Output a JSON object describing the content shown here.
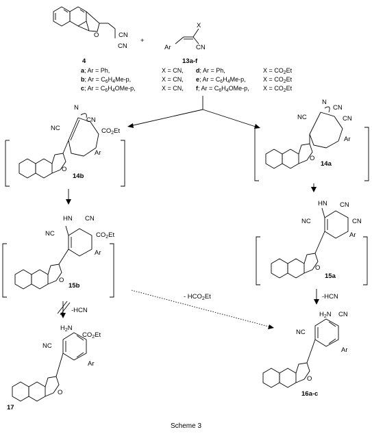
{
  "caption": "Scheme 3",
  "compounds": {
    "c4": "4",
    "c13": "13a-f",
    "c14b": "14b",
    "c14a": "14a",
    "c15b": "15b",
    "c15a": "15a",
    "c16": "16a-c",
    "c17": "17"
  },
  "reagent_plus": "+",
  "substituents": [
    {
      "lab": "a",
      "ar": "Ar = Ph,",
      "x": "X = CN,"
    },
    {
      "lab": "b",
      "ar": "Ar = C6H4Me-p,",
      "x": "X = CN,"
    },
    {
      "lab": "c",
      "ar": "Ar = C6H4OMe-p,",
      "x": "X = CN,"
    },
    {
      "lab": "d",
      "ar": "Ar = Ph,",
      "x": "X = CO2Et"
    },
    {
      "lab": "e",
      "ar": "Ar = C6H4Me-p,",
      "x": "X = CO2Et"
    },
    {
      "lab": "f",
      "ar": "Ar = C6H4OMe-p,",
      "x": "X = CO2Et"
    }
  ],
  "conditions": {
    "minus_hcn": "-HCN",
    "minus_hco2et": "- HCO2Et"
  },
  "atoms": {
    "cn": "CN",
    "nc": "NC",
    "co2et": "CO2Et",
    "ar": "Ar",
    "o": "O",
    "x": "X",
    "nh": "HN",
    "h2n": "H2N",
    "n": "N"
  }
}
